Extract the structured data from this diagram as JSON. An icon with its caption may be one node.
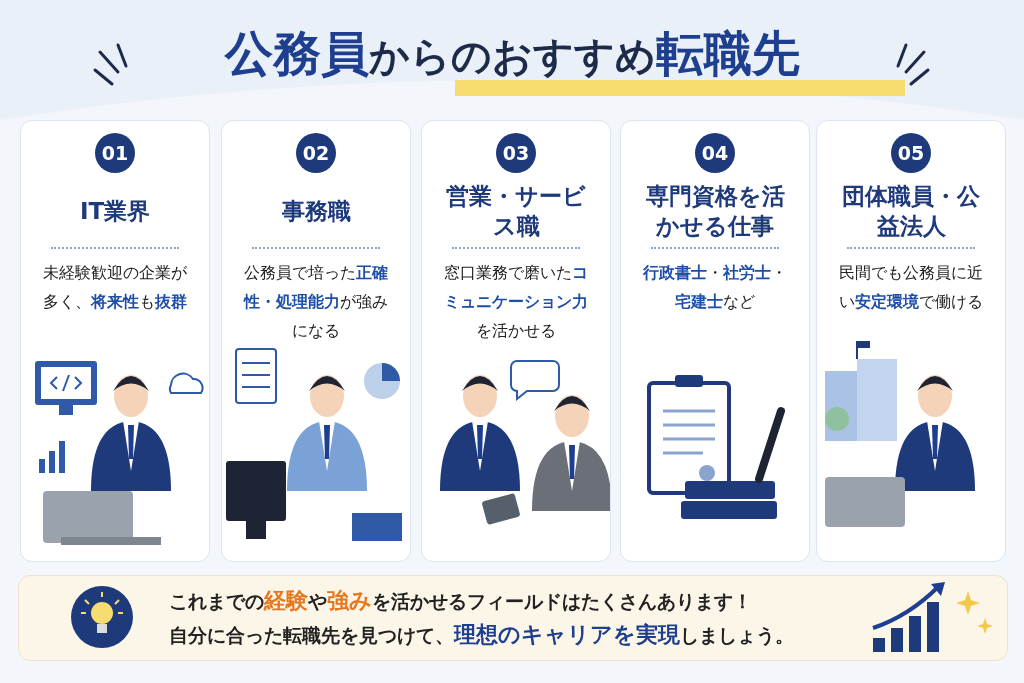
{
  "diagram": {
    "title": "**公務員**からのおすすめ**転職先**",
    "nodes": [
      {
        "text": [
          "01",
          "IT業界",
          "未経験歓迎の企業が多く、**将来性**も**抜群**"
        ]
      },
      {
        "text": [
          "02",
          "事務職",
          "公務員で培った**正確性・処理能力**が強みになる"
        ]
      },
      {
        "text": [
          "03",
          "営業・サービス職",
          "窓口業務で磨いた**コミュニケーション力**を活かせる"
        ]
      },
      {
        "text": [
          "04",
          "専門資格を活かせる仕事",
          "**行政書士**・**社労士**・**宅建士**など"
        ]
      },
      {
        "text": [
          "05",
          "団体職員・公益法人",
          "民間でも公務員に近い**安定環境**で働ける"
        ]
      },
      {
        "text": [
          "これまでの**経験**や**強み**を活かせるフィールドはたくさんあります！",
          "自分に合った転職先を見つけて、**理想のキャリアを実現**しましょう。"
        ]
      }
    ]
  }
}
